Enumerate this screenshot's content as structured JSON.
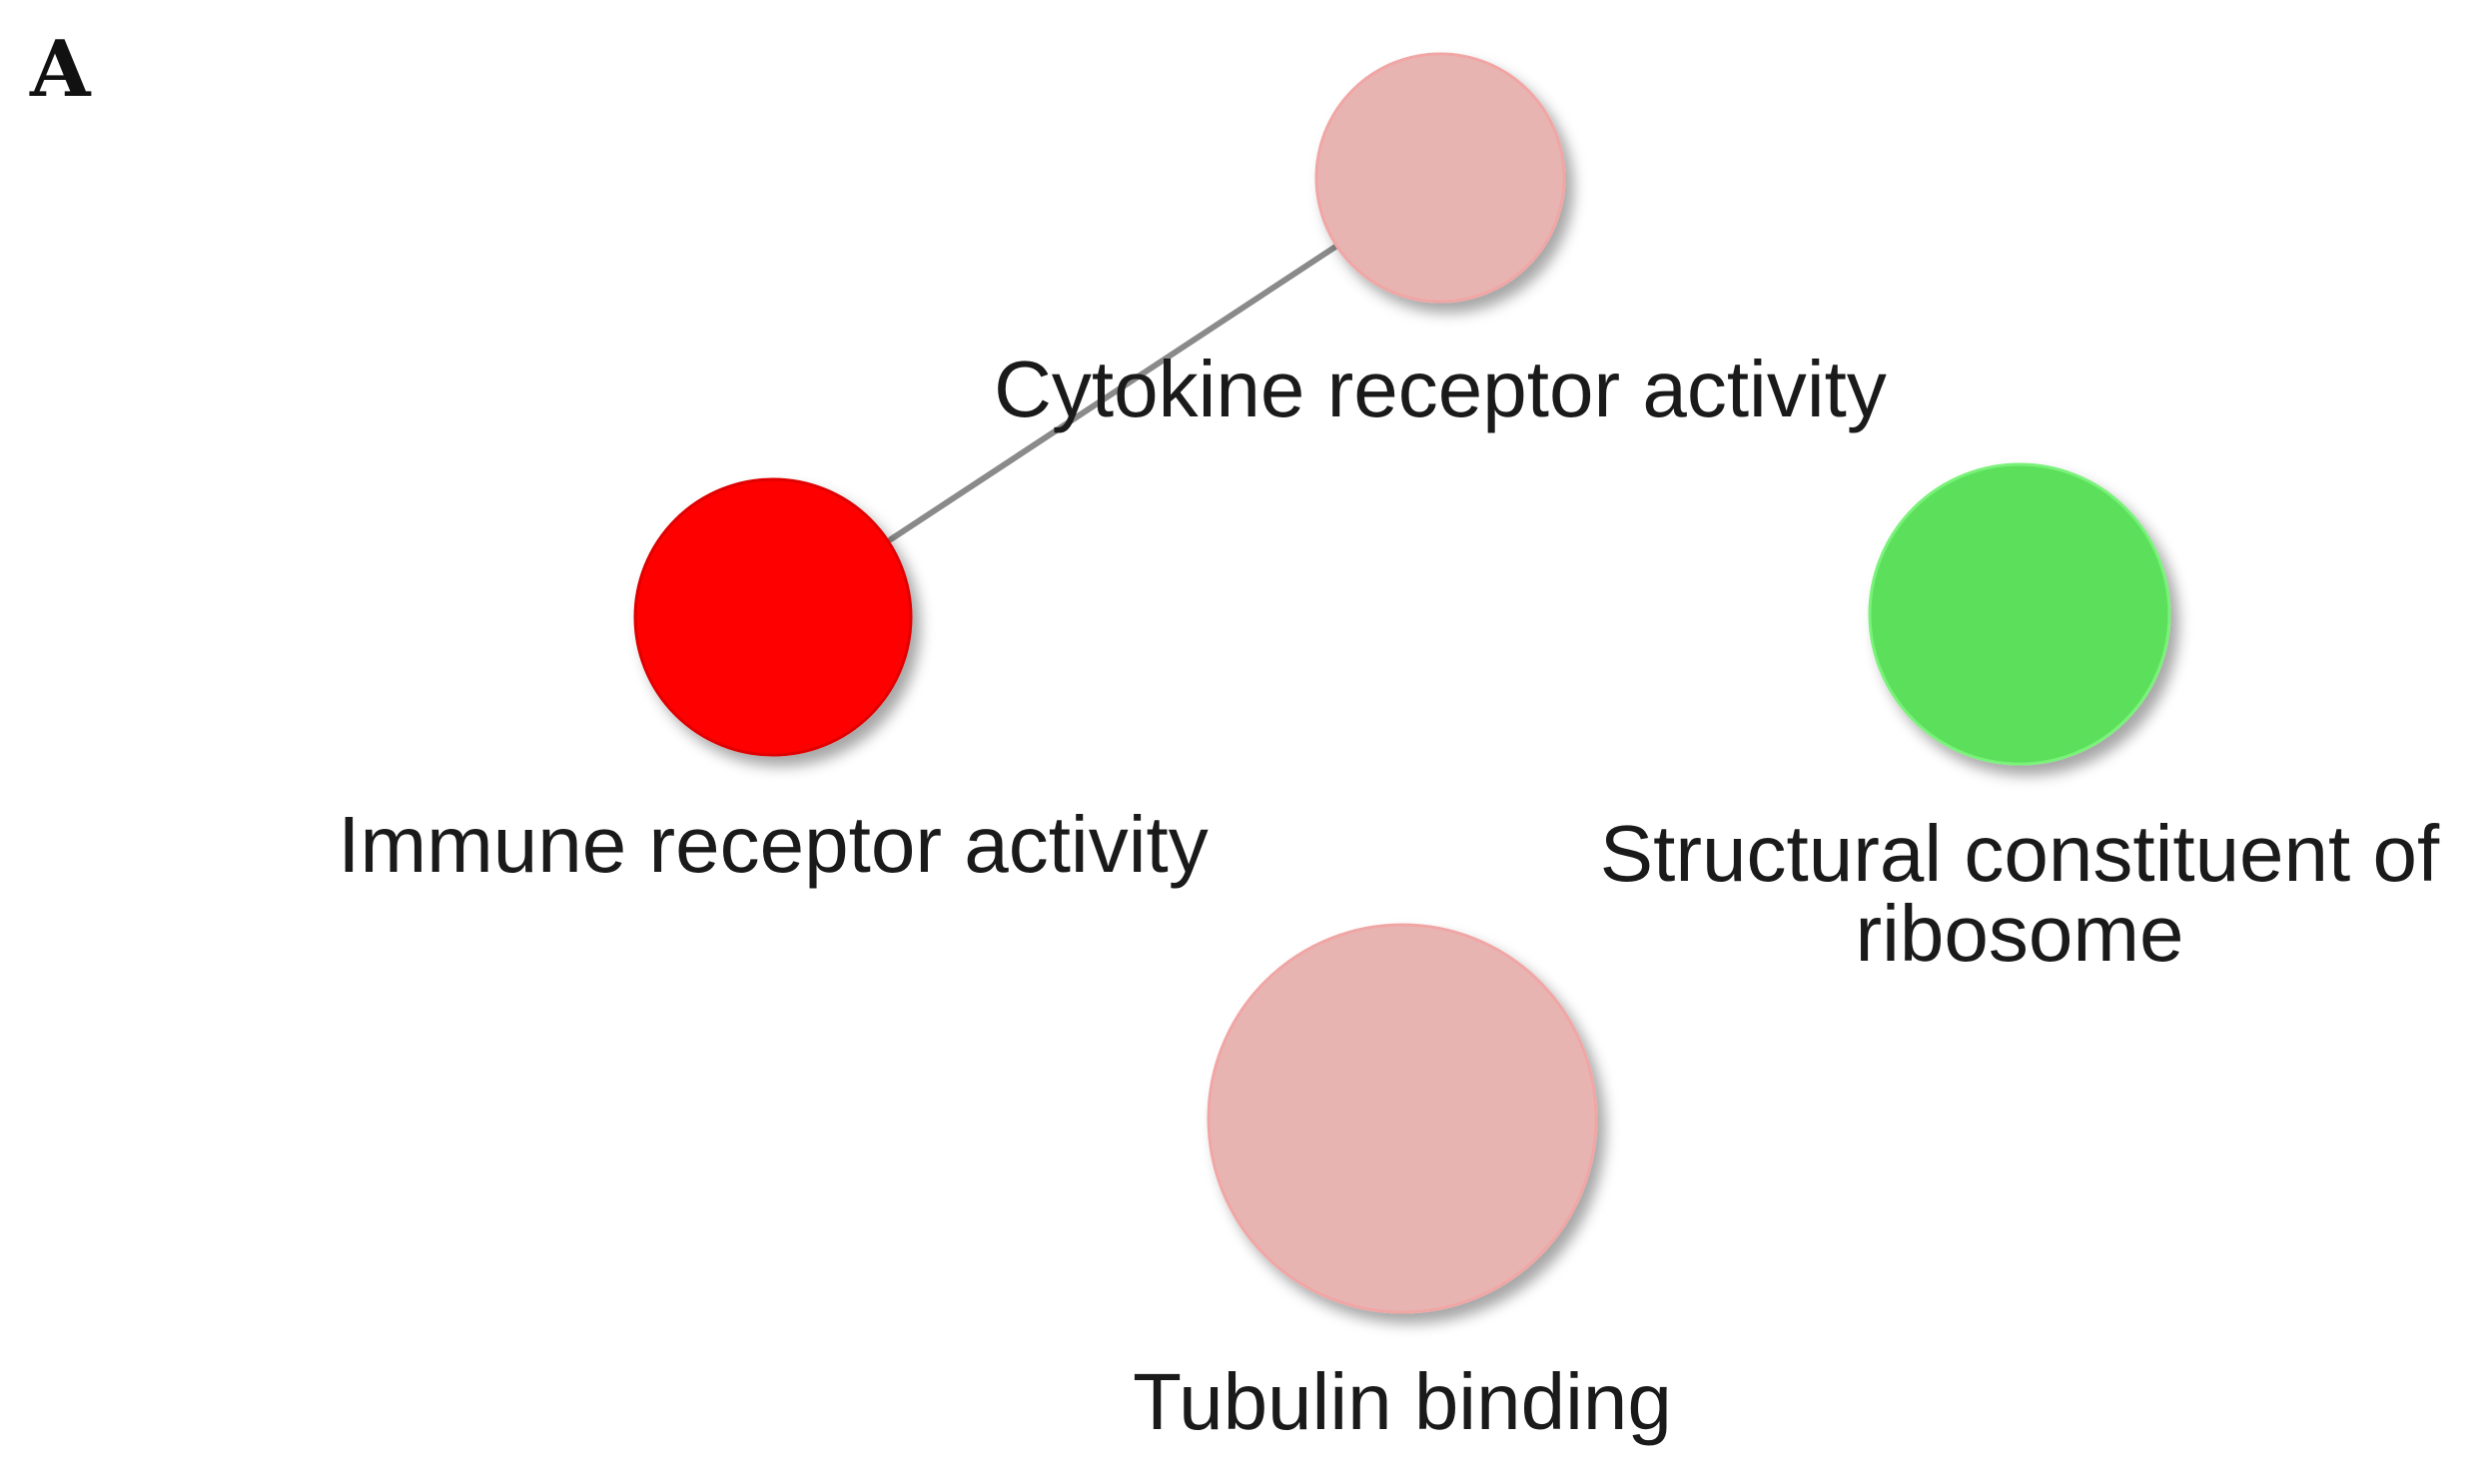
{
  "panel_label": "A",
  "nodes": [
    {
      "id": "cytokine",
      "label_lines": [
        "Cytokine receptor activity"
      ],
      "fill": "#e8b4b2",
      "stroke": "#f0a6a4"
    },
    {
      "id": "immune",
      "label_lines": [
        "Immune receptor activity"
      ],
      "fill": "#ff0000",
      "stroke": "#e00000"
    },
    {
      "id": "ribosome",
      "label_lines": [
        "Structural constituent of",
        "ribosome"
      ],
      "fill": "#5ce05c",
      "stroke": "#7af27a"
    },
    {
      "id": "tubulin",
      "label_lines": [
        "Tubulin binding"
      ],
      "fill": "#e8b4b2",
      "stroke": "#f0a6a4"
    }
  ],
  "edges": [
    {
      "source": "immune",
      "target": "cytokine",
      "color": "#8a8a8a"
    }
  ]
}
